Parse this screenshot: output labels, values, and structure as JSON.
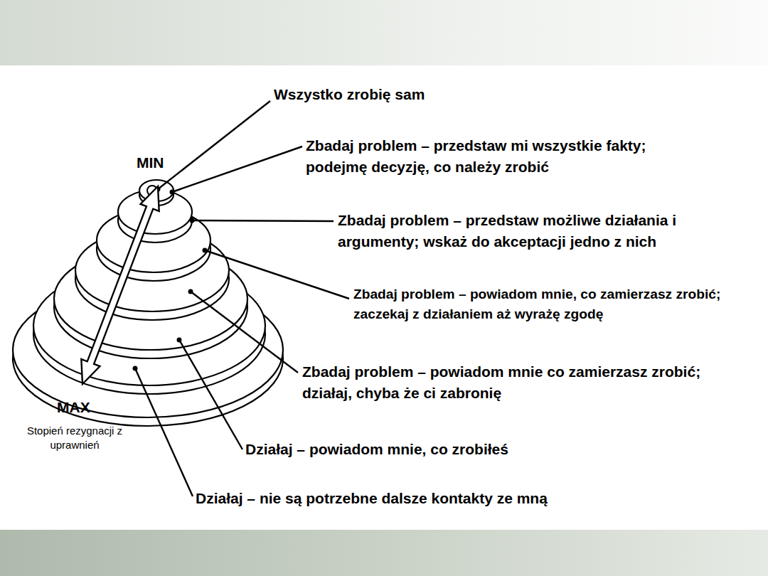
{
  "diagram": {
    "labels": [
      "Wszystko zrobię sam",
      "Zbadaj problem – przedstaw mi wszystkie fakty; podejmę decyzję, co należy zrobić",
      "Zbadaj problem – przedstaw możliwe działania i argumenty; wskaż do akceptacji jedno z nich",
      "Zbadaj problem – powiadom mnie, co zamierzasz zrobić; zaczekaj z działaniem aż wyrażę zgodę",
      "Zbadaj problem – powiadom mnie co zamierzasz zrobić; działaj, chyba że ci zabronię",
      "Działaj – powiadom mnie, co zrobiłeś",
      "Działaj – nie są potrzebne dalsze kontakty ze mną",
      "MIN",
      "MAX",
      "Stopień rezygnacji z uprawnień"
    ]
  }
}
